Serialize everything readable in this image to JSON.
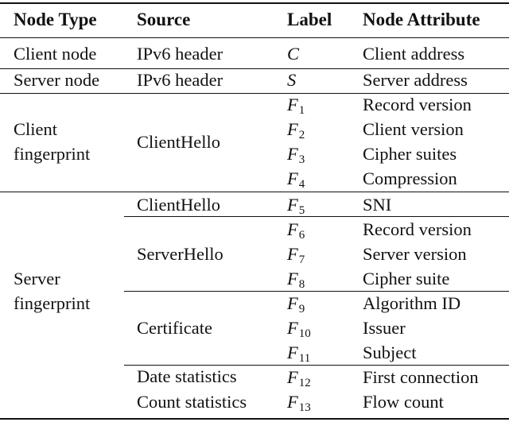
{
  "headers": {
    "node_type": "Node Type",
    "source": "Source",
    "label": "Label",
    "node_attribute": "Node Attribute"
  },
  "groups": {
    "client_node": "Client node",
    "server_node": "Server node",
    "client_fingerprint": [
      "Client",
      "fingerprint"
    ],
    "server_fingerprint": [
      "Server",
      "fingerprint"
    ]
  },
  "sources": {
    "ipv6_client": "IPv6 header",
    "ipv6_server": "IPv6 header",
    "clienthello_client": "ClientHello",
    "clienthello_server": "ClientHello",
    "serverhello": "ServerHello",
    "certificate": "Certificate",
    "date_statistics": "Date statistics",
    "count_statistics": "Count statistics"
  },
  "rows": [
    {
      "label": "C",
      "sub": "",
      "attribute": "Client address"
    },
    {
      "label": "S",
      "sub": "",
      "attribute": "Server address"
    },
    {
      "label": "F",
      "sub": "1",
      "attribute": "Record version"
    },
    {
      "label": "F",
      "sub": "2",
      "attribute": "Client version"
    },
    {
      "label": "F",
      "sub": "3",
      "attribute": "Cipher suites"
    },
    {
      "label": "F",
      "sub": "4",
      "attribute": "Compression"
    },
    {
      "label": "F",
      "sub": "5",
      "attribute": "SNI"
    },
    {
      "label": "F",
      "sub": "6",
      "attribute": "Record version"
    },
    {
      "label": "F",
      "sub": "7",
      "attribute": "Server version"
    },
    {
      "label": "F",
      "sub": "8",
      "attribute": "Cipher suite"
    },
    {
      "label": "F",
      "sub": "9",
      "attribute": "Algorithm ID"
    },
    {
      "label": "F",
      "sub": "10",
      "attribute": "Issuer"
    },
    {
      "label": "F",
      "sub": "11",
      "attribute": "Subject"
    },
    {
      "label": "F",
      "sub": "12",
      "attribute": "First connection"
    },
    {
      "label": "F",
      "sub": "13",
      "attribute": "Flow count"
    }
  ]
}
